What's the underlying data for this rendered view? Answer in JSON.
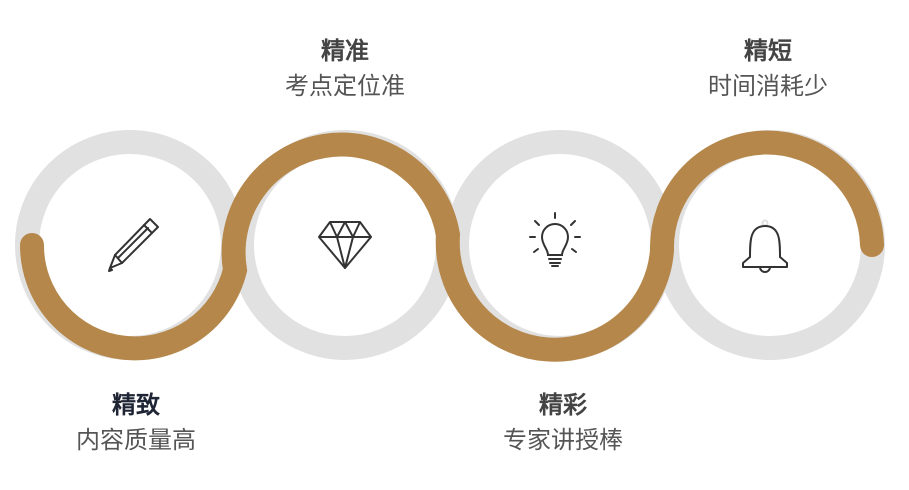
{
  "colors": {
    "accent": "#b5874a",
    "ring": "#e1e1e1",
    "icon": "#333333"
  },
  "steps": [
    {
      "title": "精致",
      "subtitle": "内容质量高",
      "icon": "pencil-icon"
    },
    {
      "title": "精准",
      "subtitle": "考点定位准",
      "icon": "diamond-icon"
    },
    {
      "title": "精彩",
      "subtitle": "专家讲授棒",
      "icon": "lightbulb-icon"
    },
    {
      "title": "精短",
      "subtitle": "时间消耗少",
      "icon": "bell-icon"
    }
  ]
}
